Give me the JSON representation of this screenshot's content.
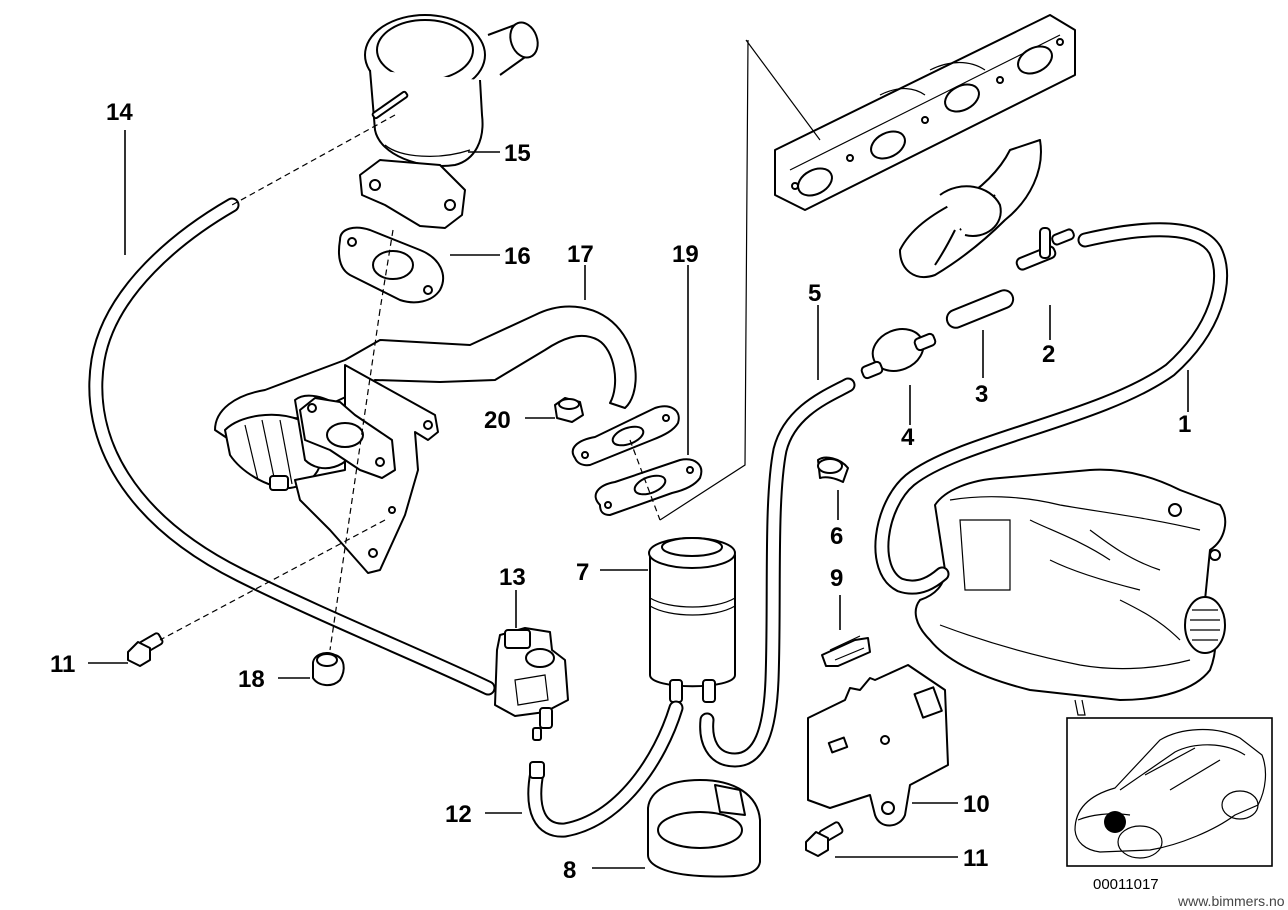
{
  "diagram": {
    "callouts": [
      {
        "id": "c1",
        "text": "1"
      },
      {
        "id": "c2",
        "text": "2"
      },
      {
        "id": "c3",
        "text": "3"
      },
      {
        "id": "c4",
        "text": "4"
      },
      {
        "id": "c5",
        "text": "5"
      },
      {
        "id": "c6",
        "text": "6"
      },
      {
        "id": "c7",
        "text": "7"
      },
      {
        "id": "c8",
        "text": "8"
      },
      {
        "id": "c9",
        "text": "9"
      },
      {
        "id": "c10",
        "text": "10"
      },
      {
        "id": "c11a",
        "text": "11"
      },
      {
        "id": "c11b",
        "text": "11"
      },
      {
        "id": "c12",
        "text": "12"
      },
      {
        "id": "c13",
        "text": "13"
      },
      {
        "id": "c14",
        "text": "14"
      },
      {
        "id": "c15",
        "text": "15"
      },
      {
        "id": "c16",
        "text": "16"
      },
      {
        "id": "c17",
        "text": "17"
      },
      {
        "id": "c18",
        "text": "18"
      },
      {
        "id": "c19",
        "text": "19"
      },
      {
        "id": "c20",
        "text": "20"
      }
    ],
    "part_number": "00011017",
    "watermark": "www.bimmers.no"
  }
}
